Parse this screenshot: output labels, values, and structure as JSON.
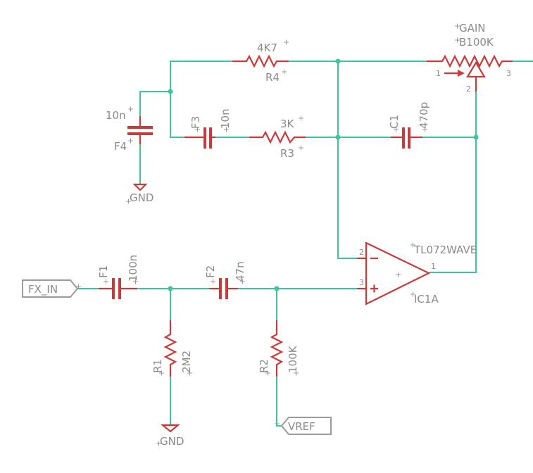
{
  "labels": {
    "gain_name": "GAIN",
    "gain_value": "B100K",
    "r4_value": "4K7",
    "r4_name": "R4",
    "r3_value": "3K",
    "r3_name": "R3",
    "f4_value": "10n",
    "f4_name": "F4",
    "f3_name": "F3",
    "f3_value": "10n",
    "c1_name": "C1",
    "c1_value": "470p",
    "gnd_top": "GND",
    "opamp_value": "TL072WAVE",
    "opamp_name": "IC1A",
    "f1_name": "F1",
    "f1_value": "100n",
    "f2_name": "F2",
    "f2_value": "47n",
    "r1_name": "R1",
    "r1_value": "2M2",
    "r2_name": "R2",
    "r2_value": "100K",
    "gnd_bottom": "GND",
    "fx_in": "FX_IN",
    "vref": "VREF"
  },
  "pins": {
    "pot_1": "1",
    "pot_2": "2",
    "pot_3": "3",
    "opamp_in_neg": "2",
    "opamp_in_pos": "3",
    "opamp_out": "1",
    "minus_sign": "−",
    "plus_sign": "+",
    "body_plus": "+"
  },
  "colors": {
    "wire": "#3cc69a",
    "component": "#c93b3b",
    "label": "#8a8a8a"
  }
}
